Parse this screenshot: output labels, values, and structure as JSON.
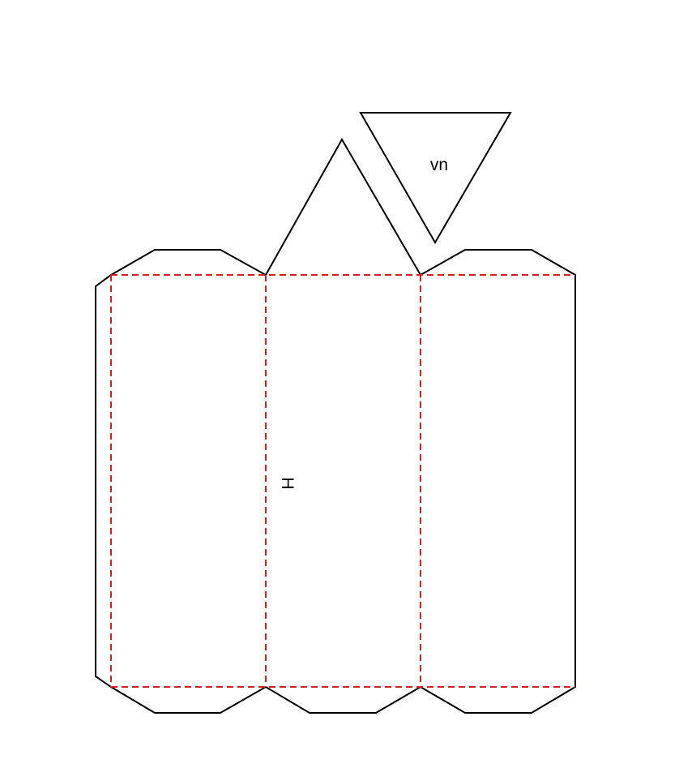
{
  "diagram": {
    "type": "paper-net",
    "labels": {
      "triangle_label": "vn",
      "height_label": "H"
    },
    "colors": {
      "cut_line": "#000000",
      "fold_line": "#d42020",
      "background": "#ffffff"
    },
    "line_styles": {
      "cut": "solid",
      "fold": "dashed"
    }
  }
}
